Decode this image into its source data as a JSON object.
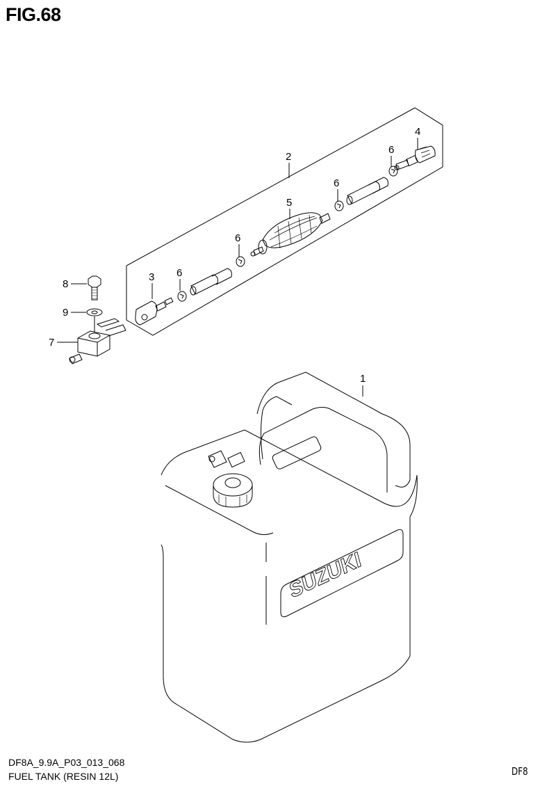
{
  "figure": {
    "title": "FIG.68",
    "code": "DF8A_9.9A_P03_013_068",
    "caption": "FUEL TANK (RESIN 12L)",
    "right_label": "DF8"
  },
  "parts": [
    {
      "ref": "1",
      "name": "fuel-tank"
    },
    {
      "ref": "2",
      "name": "fuel-hose-assembly"
    },
    {
      "ref": "3",
      "name": "tank-side-connector"
    },
    {
      "ref": "4",
      "name": "engine-side-connector"
    },
    {
      "ref": "5",
      "name": "primer-bulb"
    },
    {
      "ref": "6",
      "name": "hose-clamp"
    },
    {
      "ref": "7",
      "name": "fuel-connector"
    },
    {
      "ref": "8",
      "name": "bolt"
    },
    {
      "ref": "9",
      "name": "washer"
    }
  ],
  "callouts": {
    "c1": "1",
    "c2": "2",
    "c3": "3",
    "c4": "4",
    "c5": "5",
    "c6a": "6",
    "c6b": "6",
    "c6c": "6",
    "c6d": "6",
    "c7": "7",
    "c8": "8",
    "c9": "9"
  },
  "tank_logo": "SUZUKI"
}
